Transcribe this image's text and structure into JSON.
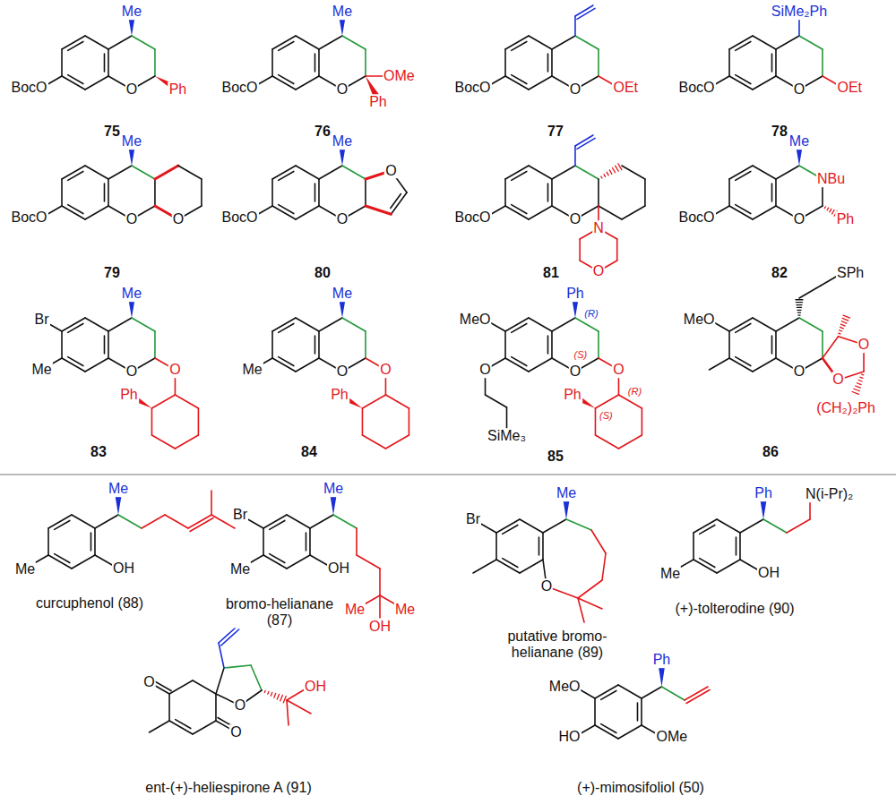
{
  "diagram": {
    "labels": [
      "Me",
      "BocO",
      "O",
      "Ph",
      "75",
      "Me",
      "OMe",
      "BocO",
      "O",
      "Ph",
      "76",
      "BocO",
      "O",
      "OEt",
      "77",
      "SiMe₂Ph",
      "BocO",
      "O",
      "OEt",
      "78",
      "Me",
      "BocO",
      "O",
      "O",
      "79",
      "Me",
      "O",
      "BocO",
      "O",
      "80",
      "BocO",
      "O",
      "N",
      "O",
      "81",
      "Me",
      "NBu",
      "BocO",
      "O",
      "Ph",
      "82",
      "Me",
      "Br",
      "Me",
      "O",
      "O",
      "Ph",
      "83",
      "Me",
      "Me",
      "O",
      "O",
      "Ph",
      "84",
      "Ph",
      "(R)",
      "MeO",
      "(S)",
      "O",
      "O",
      "O",
      "(R)",
      "Ph",
      "(S)",
      "SiMe₃",
      "85",
      "SPh",
      "MeO",
      "O",
      "O",
      "O",
      "(CH₂)₂Ph",
      "86",
      "Me",
      "Me",
      "OH",
      "curcuphenol (88)",
      "Me",
      "Br",
      "Me",
      "OH",
      "Me",
      "Me",
      "OH",
      "bromo-helianane (87)",
      "Me",
      "Br",
      "O",
      "putative bromo-helianane (89)",
      "Ph",
      "N(i-Pr)₂",
      "Me",
      "OH",
      "(+)-tolterodine (90)",
      "O",
      "OH",
      "O",
      "O",
      "ent-(+)-heliespirone A (91)",
      "Ph",
      "MeO",
      "HO",
      "OMe",
      "(+)-mimosifoliol (50)"
    ]
  }
}
